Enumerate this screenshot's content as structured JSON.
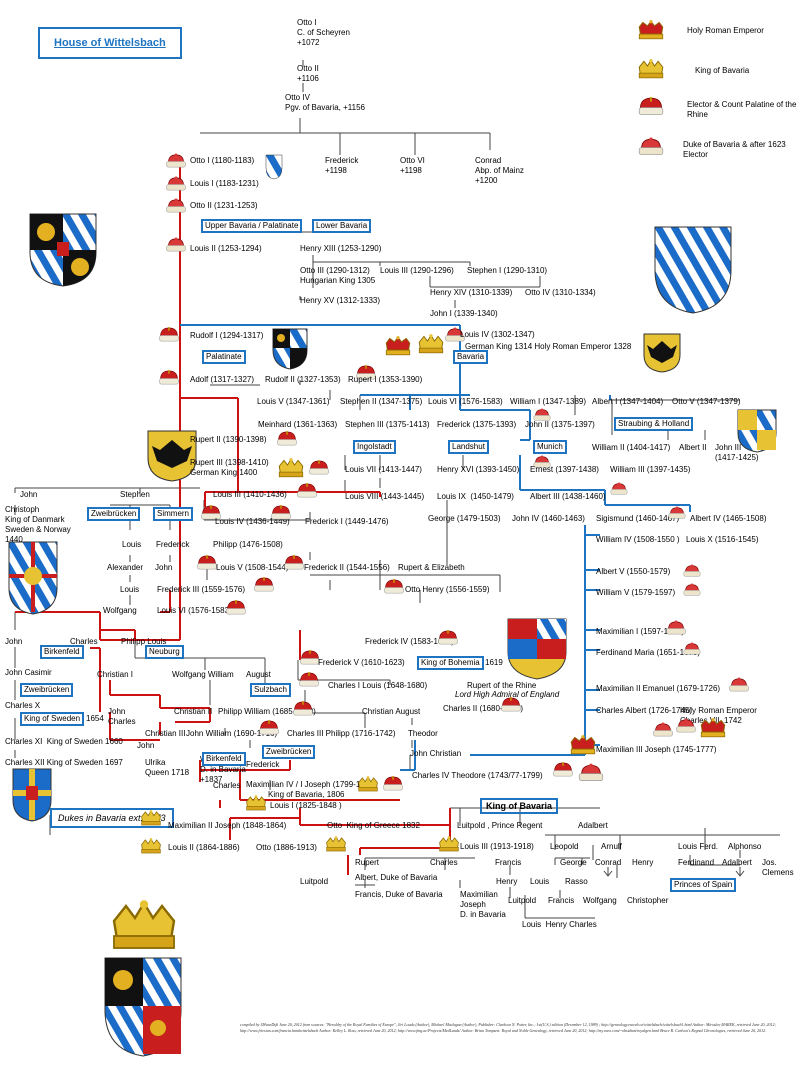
{
  "title": "House of Wittelsbach",
  "legend": {
    "holy_roman_emperor": "Holy Roman Emperor",
    "king_of_bavaria": "King of Bavaria",
    "elector_palatine": "Elector & Count\nPalatine of the Rhine",
    "duke_of_bavaria": "Duke of Bavaria &\nafter 1623 Elector"
  },
  "people": {
    "otto_i_scheyren": "Otto I\nC. of Scheyren\n+1072",
    "otto_ii_early": "Otto II\n+1106",
    "otto_iv_pgv": "Otto IV\nPgv. of Bavaria, +1156",
    "otto_i": "Otto I (1180-1183)",
    "frederick_1198": "Frederick\n+1198",
    "otto_vi": "Otto VI\n+1198",
    "conrad": "Conrad\nAbp. of Mainz\n+1200",
    "louis_i": "Louis I (1183-1231)",
    "otto_ii": "Otto II (1231-1253)",
    "louis_ii": "Louis II (1253-1294)",
    "henry_xiii": "Henry XIII (1253-1290)",
    "otto_iii": "Otto III (1290-1312)\nHungarian King 1305",
    "louis_iii": "Louis III (1290-1296)",
    "stephen_i": "Stephen I (1290-1310)",
    "henry_xv": "Henry XV (1312-1333)",
    "henry_xiv": "Henry XIV (1310-1339)",
    "otto_iv": "Otto IV (1310-1334)",
    "john_i": "John I (1339-1340)",
    "rudolf_i": "Rudolf I (1294-1317)",
    "louis_iv": "Louis IV (1302-1347)",
    "louis_iv_note": "German King 1314 Holy Roman Emperor 1328",
    "adolf": "Adolf (1317-1327)",
    "rudolf_ii": "Rudolf II (1327-1353)",
    "rupert_i": "Rupert I (1353-1390)",
    "louis_v": "Louis V (1347-1361)",
    "stephen_ii": "Stephen II (1347-1375)",
    "louis_vi": "Louis VI (1576-1583)",
    "william_i": "William I (1347-1389)",
    "albert_i": "Albert I (1347-1404)",
    "otto_v": "Otto V (1347-1379)",
    "meinhard": "Meinhard (1361-1363)",
    "stephen_iii": "Stephen III (1375-1413)",
    "frederick_1375": "Frederick (1375-1393)",
    "john_ii": "John II (1375-1397)",
    "william_ii": "William II (1404-1417)",
    "albert_ii": "Albert II",
    "john_iii": "John III\n(1417-1425)",
    "rupert_ii": "Rupert II (1390-1398)",
    "rupert_iii": "Rupert III (1398-1410)\nGerman King 1400",
    "louis_vii": "Louis VII (1413-1447)",
    "henry_xvi": "Henry XVI (1393-1450)",
    "ernest": "Ernest (1397-1438)",
    "william_iii": "William III (1397-1435)",
    "louis_viii": "Louis VIII (1443-1445)",
    "louis_ix": "Louis IX  (1450-1479)",
    "albert_iii": "Albert III (1438-1460)",
    "john_left": "John",
    "stephen": "Stephen",
    "louis_iii_pal": "Louis III (1410-1436)",
    "christoph": "Christoph\nKing of Danmark\nSweden & Norway\n1440",
    "louis_iv_pal": "Louis IV (1436-1449)",
    "frederick_i": "Frederick I (1449-1476)",
    "george": "George (1479-1503)",
    "john_iv": "John IV (1460-1463)",
    "sigismund": "Sigismund (1460-1467)",
    "albert_iv": "Albert IV (1465-1508)",
    "louis_z": "Louis",
    "frederick_z": "Frederick",
    "philipp": "Philipp (1476-1508)",
    "william_iv": "William IV (1508-1550 )",
    "louis_x": "Louis X (1516-1545)",
    "alexander": "Alexander",
    "john_s": "John",
    "louis_v_pal": "Louis V (1508-1544)",
    "frederick_ii": "Frederick II (1544-1556)",
    "rupert_elizabeth": "Rupert & Elizabeth",
    "albert_v": "Albert V (1550-1579)",
    "louis_z2": "Louis",
    "frederick_iii": "Frederick III (1559-1576)",
    "otto_henry": "Otto Henry (1556-1559)",
    "william_v": "William V (1579-1597)",
    "wolfgang": "Wolfgang",
    "john_3": "John",
    "charles": "Charles",
    "philipp_louis": "Philipp Louis",
    "frederick_iv": "Frederick IV (1583-1610)",
    "maximilian_i": "Maximilian I (1597-1651)",
    "frederick_v": "Frederick V (1610-1623)",
    "bohemia_year": "1619",
    "john_casimir": "John Casimir",
    "christian_i": "Christian I",
    "wolfgang_william": "Wolfgang William",
    "august": "August",
    "charles_i_louis": "Charles I Louis (1648-1680)",
    "ferdinand_maria": "Ferdinand Maria (1651-1679)",
    "rupert_rhine": "Rupert of the Rhine",
    "lord_admiral": "Lord High Admiral of England",
    "charles_x": "Charles X",
    "sweden_year": "1654",
    "john_charles": "John\nCharles",
    "charles_ii": "Charles II (1680-1685)",
    "max_ii_emanuel": "Maximilian II Emanuel (1679-1726)",
    "christian_ii": "Christian II",
    "philipp_william": "Philipp William (1685-1690)",
    "christian_august": "Christian August",
    "charles_xi": "Charles XI  King of Sweden 1660",
    "christian_iii": "Christian III",
    "john_william": "John William (1690-1716)",
    "charles_iii_philipp": "Charles III Philipp (1716-1742)",
    "theodor": "Theodor",
    "charles_albert": "Charles Albert (1726-1745)",
    "charles_vii": "Holy Roman Emperor\nCharles VII  1742",
    "john_2": "John",
    "john_christian": "John Christian",
    "max_iii_joseph": "Maximilian III Joseph (1745-1777)",
    "charles_xii": "Charles XII King of Sweden 1697",
    "ulrika": "Ulrika\nQueen 1718",
    "william_dbav": "William\nD. in Bavaria\n+1837",
    "frederick_zw": "Frederick",
    "charles_iv_theodore": "Charles IV Theodore (1743/77-1799)",
    "max_iv_joseph": "Maximilian IV / I Joseph (1799-1825)",
    "king_1806": "King of Bavaria, 1806",
    "charles_2": "Charles",
    "louis_i_king": "Louis I (1825-1848 )",
    "max_ii_joseph": "Maximilian II Joseph (1848-1864)",
    "otto_greece": "Otto  King of Greece 1832",
    "luitpold_regent": "Luitpold , Prince Regent",
    "adalbert": "Adalbert",
    "louis_ii_king": "Louis II (1864-1886)",
    "otto_1886": "Otto (1886-1913)",
    "louis_iii_king": "Louis III (1913-1918)",
    "leopold": "Leopold",
    "arnulf": "Arnulf",
    "louis_ferd": "Louis Ferd.",
    "alphonso": "Alphonso",
    "rupert": "Rupert",
    "charles_3": "Charles",
    "francis": "Francis",
    "george_2": "George",
    "conrad_2": "Conrad",
    "henry": "Henry",
    "ferdinand": "Ferdinand",
    "adalbert_2": "Adalbert",
    "jos_clemens": "Jos.\nClemens",
    "luitpold": "Luitpold",
    "albert_duke": "Albert, Duke of Bavaria",
    "henry_2": "Henry",
    "louis_2": "Louis",
    "rasso": "Rasso",
    "francis_duke": "Francis, Duke of Bavaria",
    "max_joseph": "Maximilian\nJoseph\nD. in Bavaria",
    "luitpold_2": "Luitpold",
    "francis_2": "Francis",
    "wolfgang_2": "Wolfgang",
    "christopher": "Christopher",
    "louis_henry_charles": "Louis  Henry Charles"
  },
  "boxes": {
    "upper_bavaria": "Upper Bavaria / Palatinate",
    "lower_bavaria": "Lower Bavaria",
    "palatinate": "Palatinate",
    "bavaria": "Bavaria",
    "straubing": "Straubing & Holland",
    "ingolstadt": "Ingolstadt",
    "landshut": "Landshut",
    "munich": "Munich",
    "zweibrucken": "Zweibrücken",
    "simmern": "Simmern",
    "birkenfeld": "Birkenfeld",
    "neuburg": "Neuburg",
    "zweibrucken2": "Zweibrücken",
    "sulzbach": "Sulzbach",
    "king_sweden": "King of Sweden",
    "king_bohemia": "King of Bohemia",
    "zweibrucken3": "Zweibrücken",
    "birkenfeld2": "Birkenfeld",
    "king_of_bavaria": "King of Bavaria",
    "dukes_in_bavaria": "Dukes in\nBavaria\next. 1973",
    "princes_of_spain": "Princes\nof Spain"
  },
  "credit": "compiled by JMvanDijk June 20, 2012 from sources: \"Heraldry of the Royal Families of Europe\", Jiri Louda (Author), Michael Maclagan (Author), Publisher: Clarkson N. Potter, Inc.; 1st(U.S.) edition (December 12, 1989) ; http://genealogy.euweb.cz/wittelsbach/wittelsbach1.html Author: Miroslav MAREK, retrieved June 20, 2012; http://www.friesian.com/francia.htm#wittelsbach Author: Kelley L. Ross, retrieved June 20, 2012; http://www.fmg.ac/Projects/MedLands/ Author: Brian Tompsett: Royal and Noble Genealogy, retrieved June 20, 2012; http://my.raex.com/~obsidian/royalgen.html Bruce R. Carlson's Regnal Chronologies, retrieved June 20, 2012.",
  "colors": {
    "main_line": "#cc1111",
    "branch_line": "#1f74c2",
    "tree_line": "#444444",
    "box_border": "#1f74c2"
  },
  "icons": [
    "crown-holy-roman-emperor",
    "crown-king",
    "elector-cap",
    "duke-cap",
    "coat-of-arms"
  ]
}
